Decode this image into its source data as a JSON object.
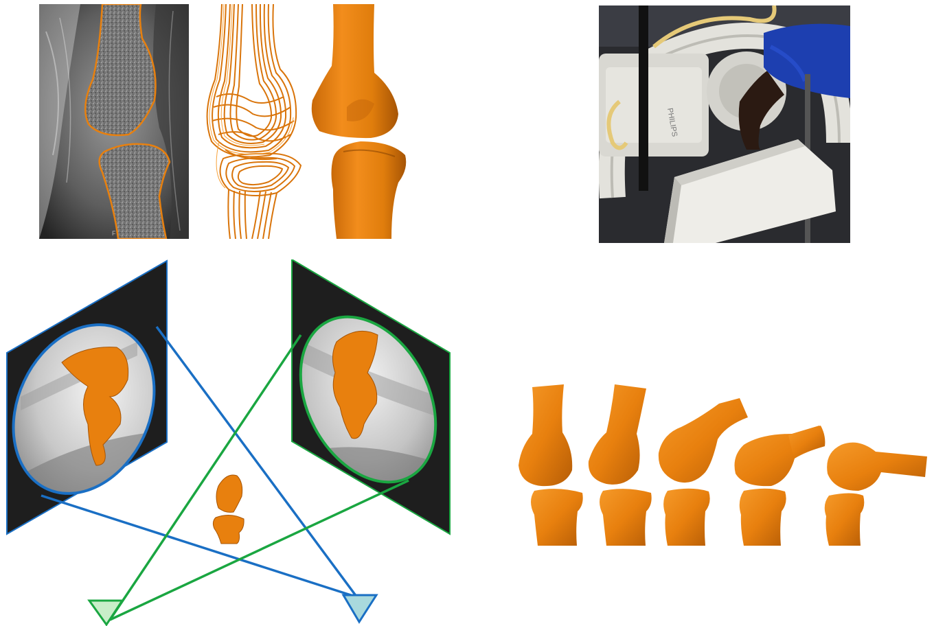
{
  "mri_panel": {
    "orientation_letter": "F"
  },
  "xray_photo": {
    "device_brand": "PHILIPS"
  },
  "colors": {
    "bone": "#e8800e",
    "bone_dark": "#a65405",
    "bone_light": "#f7a23a",
    "view_a": "#1a6fc4",
    "view_b": "#1aa641",
    "source_a_fill": "#a9d9dd",
    "source_b_fill": "#c9eec9"
  },
  "sequence": {
    "poses": 5,
    "flexion_angles_shown": "increasing"
  }
}
